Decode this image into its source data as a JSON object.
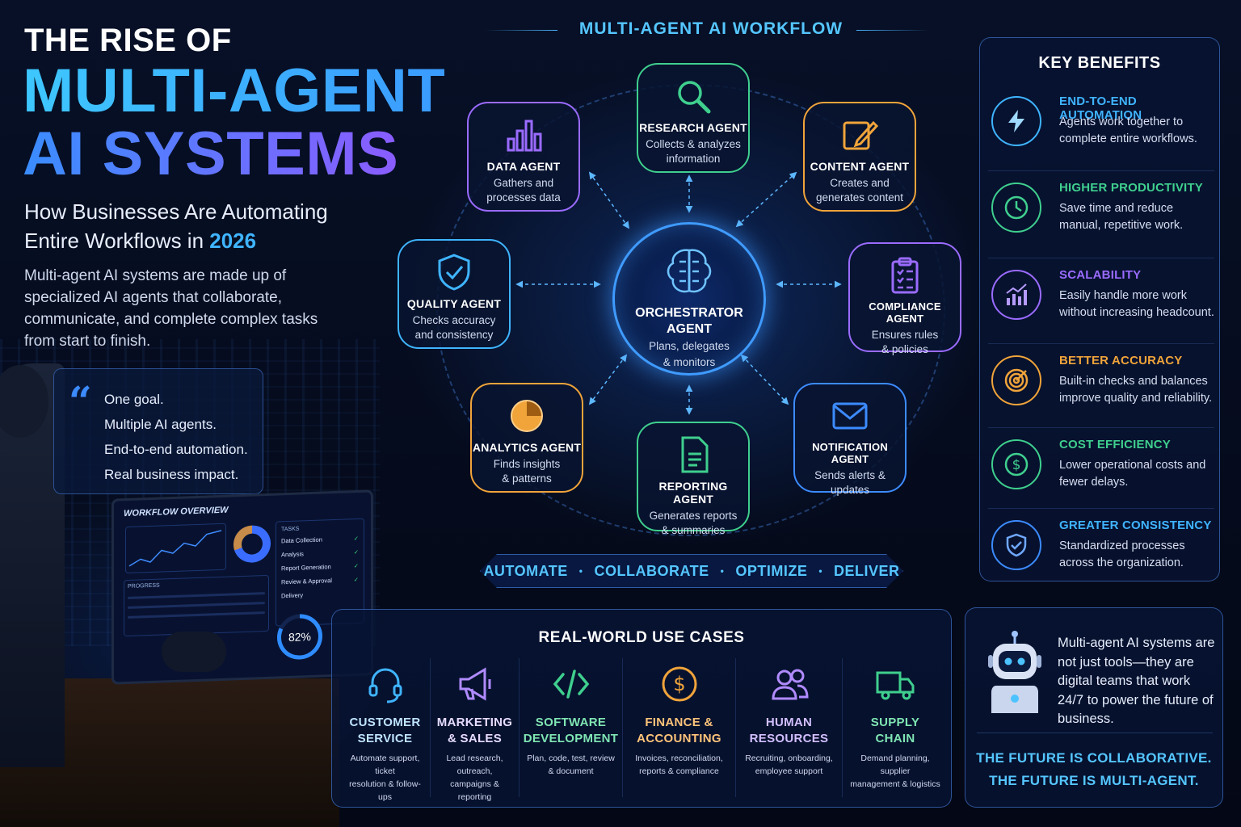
{
  "header": {
    "kicker": "THE RISE OF",
    "title_line1": "MULTI-AGENT",
    "title_line2": "AI SYSTEMS",
    "subtitle_line1": "How Businesses Are Automating",
    "subtitle_line2": "Entire Workflows in",
    "subtitle_year": "2026",
    "description": "Multi-agent AI systems are made up of specialized AI agents that collaborate, communicate, and complete complex tasks from start to finish."
  },
  "quote": {
    "mark": "“",
    "lines": [
      "One goal.",
      "Multiple AI agents.",
      "End-to-end automation.",
      "Real business impact."
    ]
  },
  "laptop": {
    "title": "WORKFLOW OVERVIEW",
    "tasks_header": "TASKS",
    "tasks": [
      "Data Collection",
      "Analysis",
      "Report Generation",
      "Review & Approval",
      "Delivery"
    ],
    "progress_header": "PROGRESS",
    "progress_value": 0.82,
    "progress_label": "82%"
  },
  "workflow": {
    "title": "MULTI-AGENT AI WORKFLOW",
    "orchestrator": {
      "name_line1": "ORCHESTRATOR",
      "name_line2": "AGENT",
      "desc_line1": "Plans, delegates",
      "desc_line2": "& monitors"
    },
    "agents": [
      {
        "key": "research",
        "name": "RESEARCH AGENT",
        "desc1": "Collects & analyzes",
        "desc2": "information",
        "color": "#3fcf8e"
      },
      {
        "key": "content",
        "name": "CONTENT AGENT",
        "desc1": "Creates and",
        "desc2": "generates content",
        "color": "#f0a43a"
      },
      {
        "key": "compliance",
        "name": "COMPLIANCE AGENT",
        "desc1": "Ensures rules",
        "desc2": "& policies",
        "color": "#9a6bff"
      },
      {
        "key": "notification",
        "name": "NOTIFICATION AGENT",
        "desc1": "Sends alerts &",
        "desc2": "updates",
        "color": "#3c8bff"
      },
      {
        "key": "reporting",
        "name": "REPORTING AGENT",
        "desc1": "Generates reports",
        "desc2": "& summaries",
        "color": "#3fcf8e"
      },
      {
        "key": "analytics",
        "name": "ANALYTICS AGENT",
        "desc1": "Finds insights",
        "desc2": "& patterns",
        "color": "#f0a43a"
      },
      {
        "key": "quality",
        "name": "QUALITY AGENT",
        "desc1": "Checks accuracy",
        "desc2": "and consistency",
        "color": "#3fb4ff"
      },
      {
        "key": "data",
        "name": "DATA AGENT",
        "desc1": "Gathers and",
        "desc2": "processes data",
        "color": "#9a6bff"
      }
    ],
    "banner": [
      "AUTOMATE",
      "COLLABORATE",
      "OPTIMIZE",
      "DELIVER"
    ],
    "banner_sep": "•"
  },
  "benefits": {
    "title": "KEY BENEFITS",
    "items": [
      {
        "title": "END-TO-END AUTOMATION",
        "desc": "Agents work together to complete entire workflows.",
        "color": "#3fb4ff",
        "icon": "lightning-icon"
      },
      {
        "title": "HIGHER PRODUCTIVITY",
        "desc": "Save time and reduce manual, repetitive work.",
        "color": "#3fcf8e",
        "icon": "clock-icon"
      },
      {
        "title": "SCALABILITY",
        "desc": "Easily handle more work without increasing headcount.",
        "color": "#9a6bff",
        "icon": "growth-chart-icon"
      },
      {
        "title": "BETTER ACCURACY",
        "desc": "Built-in checks and balances improve quality and reliability.",
        "color": "#f0a43a",
        "icon": "target-icon"
      },
      {
        "title": "COST EFFICIENCY",
        "desc": "Lower operational costs and fewer delays.",
        "color": "#3fcf8e",
        "icon": "dollar-icon"
      },
      {
        "title": "GREATER CONSISTENCY",
        "desc": "Standardized processes across the organization.",
        "color": "#3c8bff",
        "icon": "shield-check-icon"
      }
    ]
  },
  "use_cases": {
    "title": "REAL-WORLD USE CASES",
    "items": [
      {
        "line1": "CUSTOMER",
        "line2": "SERVICE",
        "desc1": "Automate support, ticket",
        "desc2": "resolution & follow-ups",
        "color": "#3fb4ff",
        "icon": "headset-icon"
      },
      {
        "line1": "MARKETING",
        "line2": "& SALES",
        "desc1": "Lead research, outreach,",
        "desc2": "campaigns & reporting",
        "color": "#9a6bff",
        "icon": "megaphone-icon"
      },
      {
        "line1": "SOFTWARE",
        "line2": "DEVELOPMENT",
        "desc1": "Plan, code, test, review",
        "desc2": "& document",
        "color": "#3fcf8e",
        "icon": "code-icon"
      },
      {
        "line1": "FINANCE &",
        "line2": "ACCOUNTING",
        "desc1": "Invoices, reconciliation,",
        "desc2": "reports & compliance",
        "color": "#f0a43a",
        "icon": "dollar-coin-icon"
      },
      {
        "line1": "HUMAN",
        "line2": "RESOURCES",
        "desc1": "Recruiting, onboarding,",
        "desc2": "employee support",
        "color": "#9a6bff",
        "icon": "people-icon"
      },
      {
        "line1": "SUPPLY",
        "line2": "CHAIN",
        "desc1": "Demand planning, supplier",
        "desc2": "management & logistics",
        "color": "#3fcf8e",
        "icon": "truck-icon"
      }
    ]
  },
  "closing": {
    "text": "Multi-agent AI systems are not just tools—they are digital teams that work 24/7 to power the future of business.",
    "footer1": "THE FUTURE IS COLLABORATIVE.",
    "footer2": "THE FUTURE IS MULTI-AGENT."
  }
}
